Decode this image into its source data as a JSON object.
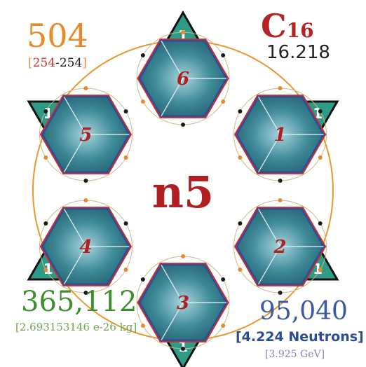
{
  "top_left": {
    "number": "504",
    "range_open": "[",
    "range_a": "254",
    "range_sep": "-",
    "range_b": "254",
    "range_close": "]"
  },
  "top_right": {
    "symbol": "C",
    "subscript": "16",
    "mass": "16.218"
  },
  "center_label": "n5",
  "bottom_left": {
    "number": "365,112",
    "mass": "[2.693153146 e-26 kg]"
  },
  "bottom_right": {
    "number": "95,040",
    "neutrons": "[4.224 Neutrons]",
    "energy": "[3.925 GeV]"
  },
  "hexagons": [
    {
      "label": "6"
    },
    {
      "label": "1"
    },
    {
      "label": "2"
    },
    {
      "label": "3"
    },
    {
      "label": "4"
    },
    {
      "label": "5"
    }
  ],
  "triangles": [
    "1",
    "1",
    "1",
    "1",
    "1",
    "1"
  ],
  "colors": {
    "hex_fill": "#2f7f8f",
    "hex_outline": "#2b4d9a",
    "red_outline": "#c9302c",
    "orange_circle": "#e8982e",
    "triangle_fill": "#2e9a88",
    "label_red": "#b01f22"
  }
}
